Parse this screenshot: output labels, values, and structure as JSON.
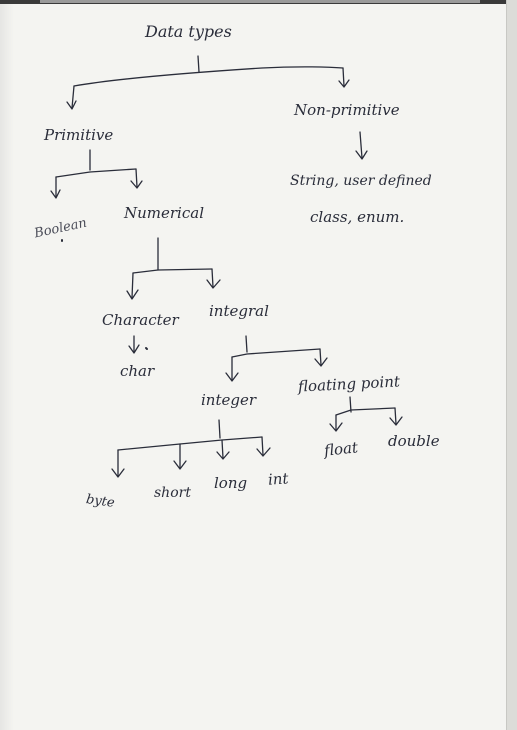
{
  "nodes": {
    "root": "Data types",
    "primitive": "Primitive",
    "non_primitive": "Non-primitive",
    "non_primitive_examples_1": "String, user defined",
    "non_primitive_examples_2": "class, enum.",
    "boolean": "Boolean",
    "numerical": "Numerical",
    "character": "Character",
    "integral": "integral",
    "char": "char",
    "integer": "integer",
    "floating_point": "floating point",
    "byte": "byte",
    "short": "short",
    "long": "long",
    "int": "int",
    "float": "float",
    "double": "double"
  },
  "colors": {
    "ink": "#2a2d3a",
    "paper": "#f4f4f1"
  }
}
